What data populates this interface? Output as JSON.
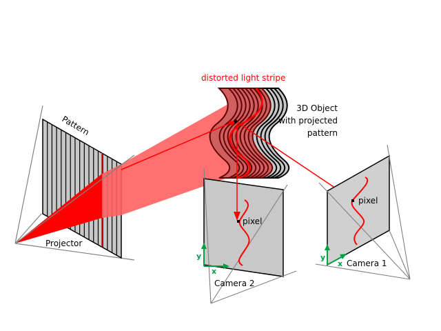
{
  "diagram": {
    "title": "Structured light triangulation setup",
    "labels": {
      "pattern": "Pattern",
      "projector": "Projector",
      "stripe": "distorted light stripe",
      "object_line1": "3D Object",
      "object_line2": "with projected",
      "object_line3": "pattern",
      "camera1": "Camera 1",
      "camera2": "Camera 2",
      "pixel_cam1": "pixel",
      "pixel_cam2": "pixel",
      "axis_x_cam1": "x",
      "axis_y_cam1": "y",
      "axis_x_cam2": "x",
      "axis_y_cam2": "y"
    },
    "colors": {
      "stripe": "#ff0000",
      "beam": "#ff6060",
      "plane": "#c8c8c8",
      "axis": "#00a040",
      "frustum": "#808080"
    },
    "pattern_stripe_count": 17
  }
}
